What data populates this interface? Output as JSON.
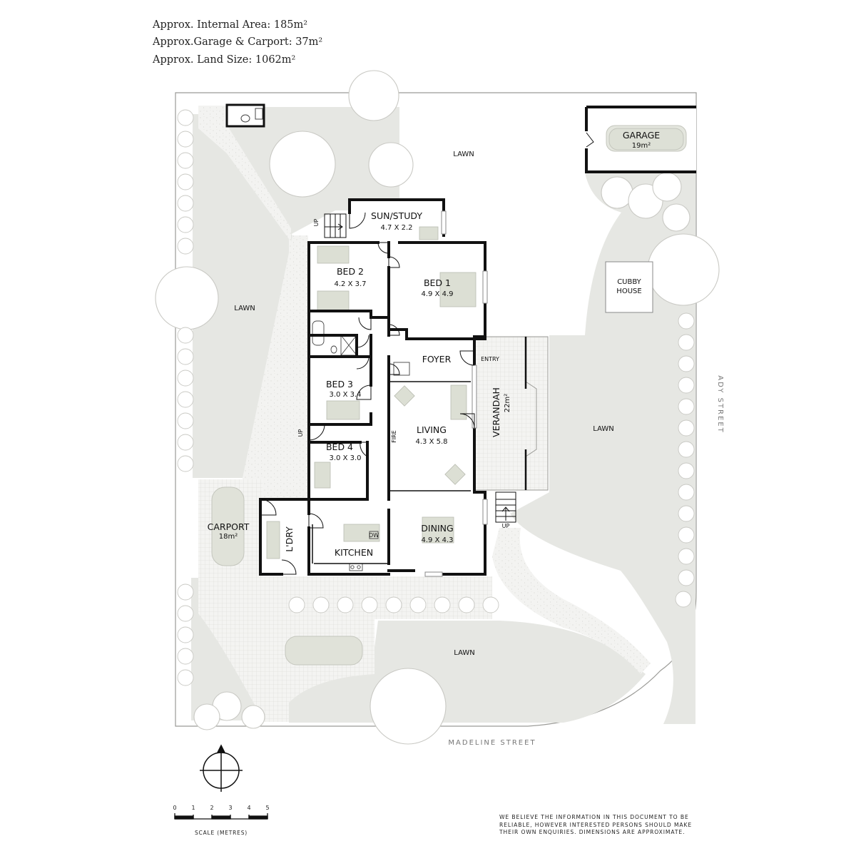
{
  "areas": {
    "internal": "Approx. Internal Area: 185m²",
    "garage_carport": "Approx.Garage & Carport: 37m²",
    "land": "Approx. Land Size: 1062m²"
  },
  "rooms": {
    "sun_study": {
      "name": "SUN/STUDY",
      "dim": "4.7 X 2.2"
    },
    "bed1": {
      "name": "BED 1",
      "dim": "4.9 X 4.9"
    },
    "bed2": {
      "name": "BED 2",
      "dim": "4.2 X 3.7"
    },
    "bed3": {
      "name": "BED 3",
      "dim": "3.0 X 3.4"
    },
    "bed4": {
      "name": "BED 4",
      "dim": "3.0 X 3.0"
    },
    "foyer": {
      "name": "FOYER"
    },
    "entry": {
      "name": "ENTRY"
    },
    "verandah": {
      "name": "VERANDAH",
      "area": "22m²"
    },
    "living": {
      "name": "LIVING",
      "dim": "4.3 X 5.8"
    },
    "dining": {
      "name": "DINING",
      "dim": "4.9 X 4.3"
    },
    "kitchen": {
      "name": "KITCHEN"
    },
    "laundry": {
      "name": "L'DRY"
    },
    "carport": {
      "name": "CARPORT",
      "area": "18m²"
    },
    "garage": {
      "name": "GARAGE",
      "area": "19m²"
    },
    "cubby": {
      "line1": "CUBBY",
      "line2": "HOUSE"
    }
  },
  "labels": {
    "lawn": "LAWN",
    "up": "UP",
    "fire": "FIRE",
    "dw": "DW"
  },
  "streets": {
    "east": "ADY STREET",
    "south": "MADELINE STREET"
  },
  "scale": {
    "title": "SCALE (METRES)",
    "ticks": [
      "0",
      "1",
      "2",
      "3",
      "4",
      "5"
    ]
  },
  "disclaimer": "WE BELIEVE THE INFORMATION IN THIS DOCUMENT TO BE RELIABLE, HOWEVER INTERESTED PERSONS SHOULD MAKE THEIR OWN ENQUIRIES. DIMENSIONS ARE APPROXIMATE.",
  "colors": {
    "lawn": "#e6e7e3",
    "paving": "#f3f3f1",
    "wall": "#111111",
    "furniture": "#dcdfd4",
    "tree_stroke": "#c7c7c2"
  }
}
